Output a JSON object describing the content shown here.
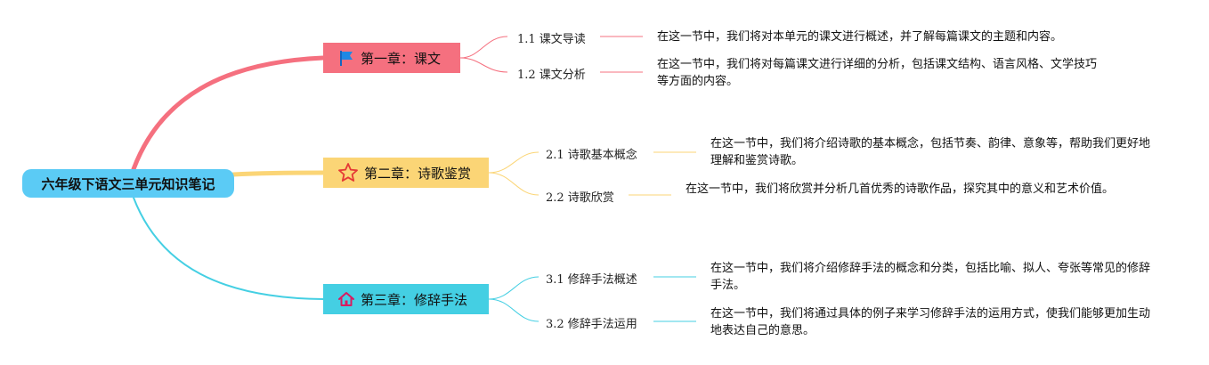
{
  "root": {
    "label": "六年级下语文三单元知识笔记",
    "color": "#5bcbf5"
  },
  "chapters": [
    {
      "label": "第一章：课文",
      "icon": "flag-icon",
      "color": "#f5707f",
      "sections": [
        {
          "label": "1.1 课文导读",
          "desc": "在这一节中，我们将对本单元的课文进行概述，并了解每篇课文的主题和内容。"
        },
        {
          "label": "1.2 课文分析",
          "desc": "在这一节中，我们将对每篇课文进行详细的分析，包括课文结构、语言风格、文学技巧等方面的内容。"
        }
      ]
    },
    {
      "label": "第二章：诗歌鉴赏",
      "icon": "star-icon",
      "color": "#fbd576",
      "sections": [
        {
          "label": "2.1 诗歌基本概念",
          "desc": "在这一节中，我们将介绍诗歌的基本概念，包括节奏、韵律、意象等，帮助我们更好地理解和鉴赏诗歌。"
        },
        {
          "label": "2.2 诗歌欣赏",
          "desc": "在这一节中，我们将欣赏并分析几首优秀的诗歌作品，探究其中的意义和艺术价值。"
        }
      ]
    },
    {
      "label": "第三章：修辞手法",
      "icon": "home-icon",
      "color": "#44cfe3",
      "sections": [
        {
          "label": "3.1 修辞手法概述",
          "desc": "在这一节中，我们将介绍修辞手法的概念和分类，包括比喻、拟人、夸张等常见的修辞手法。"
        },
        {
          "label": "3.2 修辞手法运用",
          "desc": "在这一节中，我们将通过具体的例子来学习修辞手法的运用方式，使我们能够更加生动地表达自己的意思。"
        }
      ]
    }
  ]
}
